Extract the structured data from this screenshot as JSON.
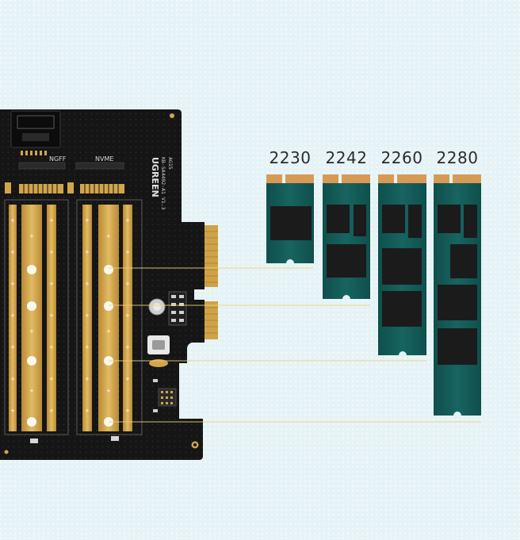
{
  "board": {
    "brand_text": "UGREEN",
    "model_text": "KB-SA4492-A1 V1.3",
    "code_text": "AG15",
    "slot_left_label": "NGFF",
    "slot_right_label": "NVME",
    "pcb_color": "#151515",
    "gold_color": "#d3a54a"
  },
  "ssd_sizes": [
    {
      "label": "2230"
    },
    {
      "label": "2242"
    },
    {
      "label": "2260"
    },
    {
      "label": "2280"
    }
  ],
  "colors": {
    "ssd_pcb": "#145a57",
    "ssd_chip": "#1b1b1b",
    "ssd_contact": "#d79a55",
    "guide_line": "#e9d27a",
    "background": "#e6f3f6"
  }
}
